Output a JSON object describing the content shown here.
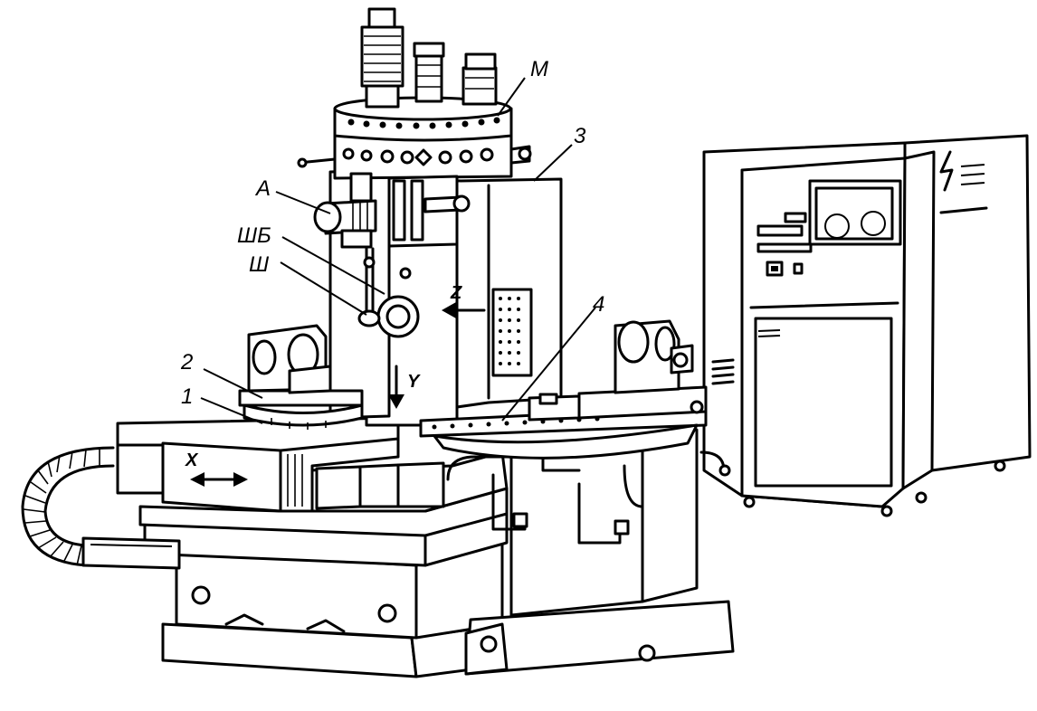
{
  "labels": {
    "m": "М",
    "three": "3",
    "a": "А",
    "shb": "ШБ",
    "sh": "Ш",
    "z": "Z",
    "four": "4",
    "two": "2",
    "one": "1",
    "y": "Y",
    "x": "X"
  }
}
